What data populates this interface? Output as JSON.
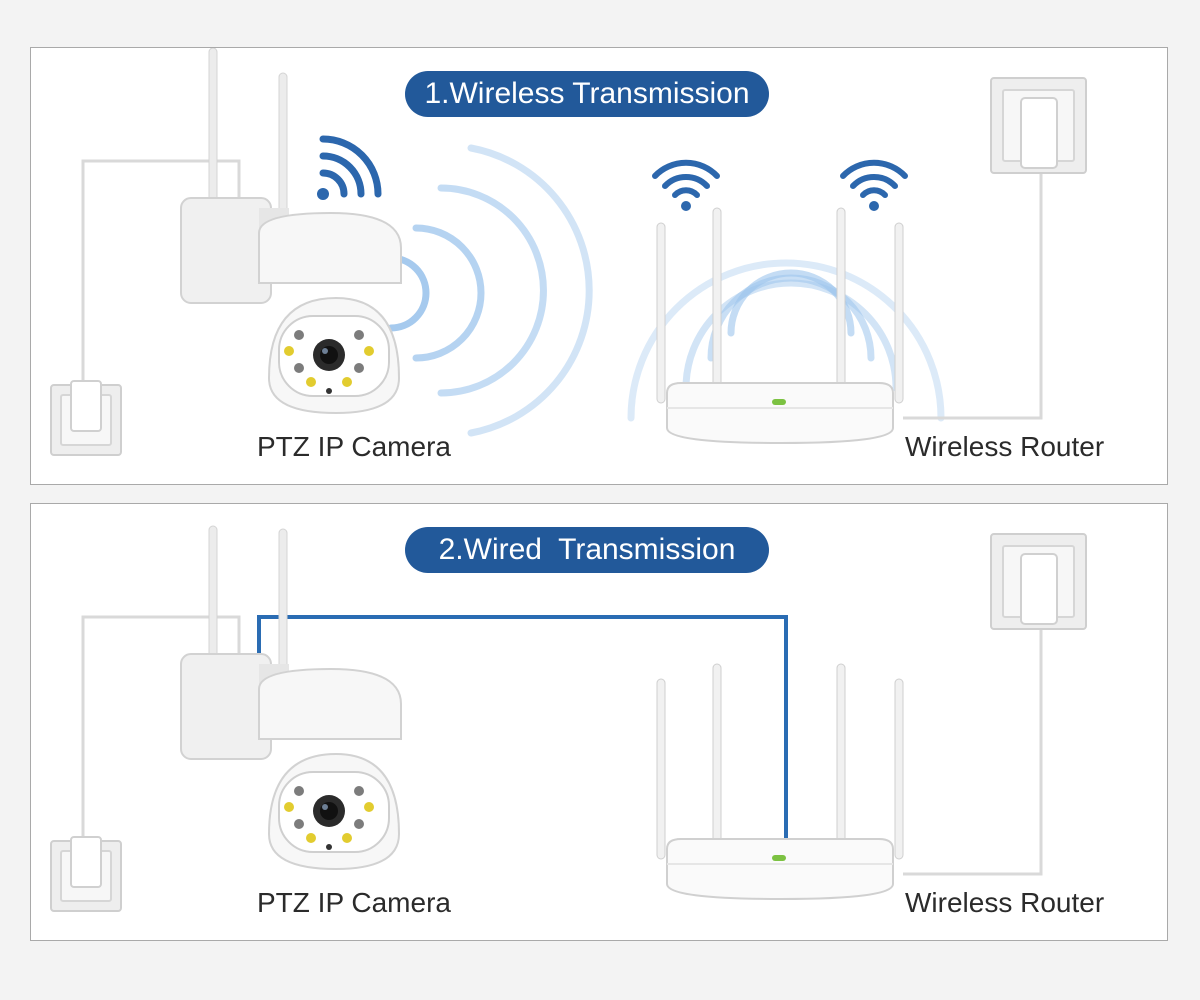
{
  "colors": {
    "pill_background": "#22599a",
    "wifi_signal": "#2c67ad",
    "wave": "#9cc4ec",
    "ethernet_cable": "#2a6cb3",
    "power_cable": "#d9d9d9"
  },
  "panels": [
    {
      "title": "1.Wireless Transmission",
      "camera_label": "PTZ IP Camera",
      "router_label": "Wireless Router"
    },
    {
      "title": "2.Wired  Transmission",
      "camera_label": "PTZ IP Camera",
      "router_label": "Wireless Router"
    }
  ]
}
